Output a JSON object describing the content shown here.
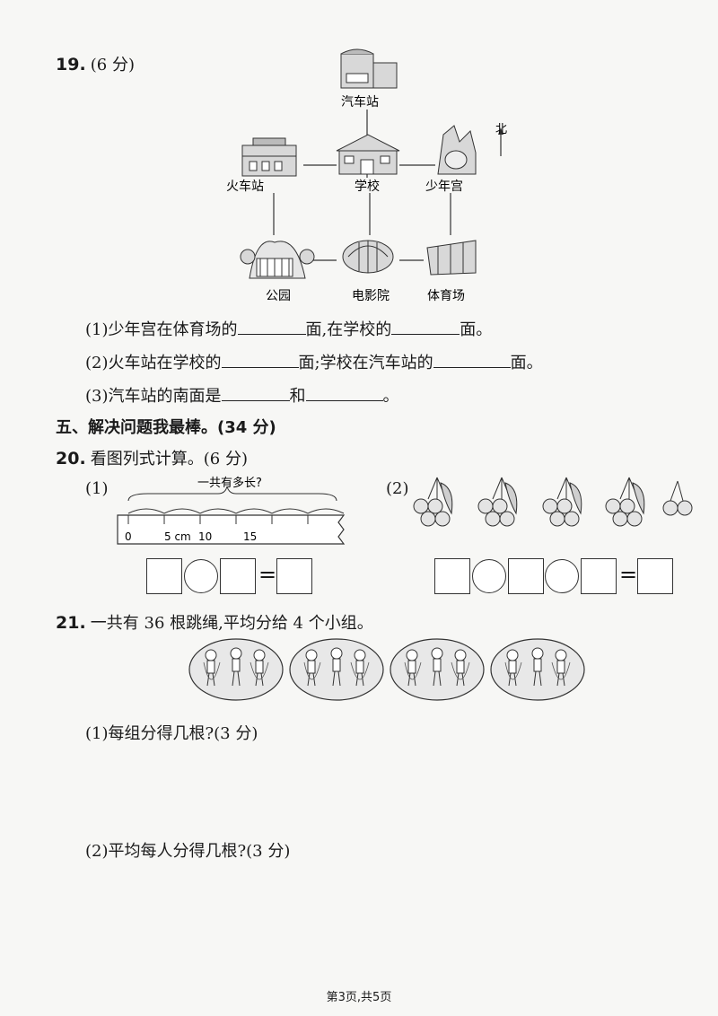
{
  "q19": {
    "number": "19.",
    "score": "(6 分)",
    "map": {
      "north": "北",
      "labels": {
        "bus_station": "汽车站",
        "train_station": "火车站",
        "school": "学校",
        "youth_palace": "少年宫",
        "park": "公园",
        "cinema": "电影院",
        "stadium": "体育场"
      }
    },
    "items": [
      {
        "a": "(1)少年宫在体育场的",
        "b": "面,在学校的",
        "c": "面。"
      },
      {
        "a": "(2)火车站在学校的",
        "b": "面;学校在汽车站的",
        "c": "面。"
      },
      {
        "a": "(3)汽车站的南面是",
        "b": "和",
        "c": "。"
      }
    ]
  },
  "section5": {
    "title": "五、解决问题我最棒。(34 分)"
  },
  "q20": {
    "number": "20.",
    "title": "看图列式计算。(6 分)",
    "part1_label": "(1)",
    "part2_label": "(2)",
    "ruler": {
      "question": "一共有多长?",
      "ticks": [
        "0",
        "5 cm",
        "10",
        "15"
      ]
    },
    "equals": "="
  },
  "q21": {
    "number": "21.",
    "title": "一共有 36 根跳绳,平均分给 4 个小组。",
    "sub1": "(1)每组分得几根?(3 分)",
    "sub2": "(2)平均每人分得几根?(3 分)"
  },
  "footer": "第3页,共5页"
}
